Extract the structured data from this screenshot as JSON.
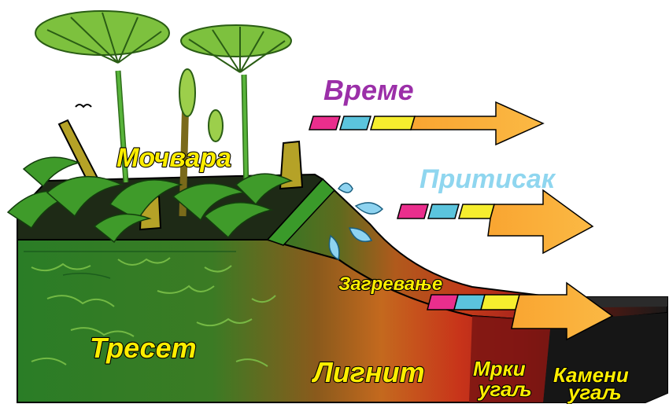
{
  "labels": {
    "swamp": "Мочвара",
    "time": "Време",
    "pressure": "Притисак",
    "heating": "Загревање",
    "peat": "Тресет",
    "lignite": "Лигнит",
    "brown_coal_line1": "Мрки",
    "brown_coal_line2": "угаљ",
    "hard_coal_line1": "Камени",
    "hard_coal_line2": "угаљ"
  },
  "colors": {
    "time_label": "#9b2fa8",
    "pressure_label": "#8fd6ef",
    "yellow_label": "#ffee00",
    "arrow_orange": "#f9a531",
    "seg_pink": "#ea2e8d",
    "seg_cyan": "#5bc4dd",
    "seg_yellow": "#f6ee2e",
    "peat_green": "#2f8a2a",
    "lignite_red": "#b2361c",
    "coal_black": "#1b1b1b"
  },
  "icons": [
    "tree-fern-icon",
    "fern-icon",
    "water-splash-icon",
    "bird-icon"
  ]
}
